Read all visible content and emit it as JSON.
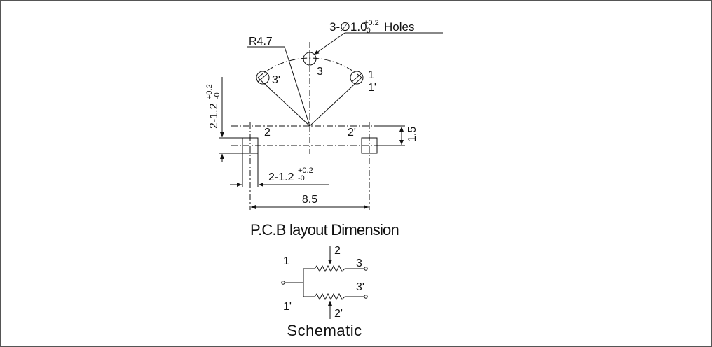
{
  "pcb": {
    "holes_prefix": "3-∅1.0",
    "holes_tol_plus": "+0.2",
    "holes_tol_minus": "-0",
    "holes_suffix": "Holes",
    "radius": "R4.7",
    "pin_3": "3",
    "pin_3p": "3'",
    "pin_1": "1",
    "pin_1p": "1'",
    "pin_2": "2",
    "pin_2p": "2'",
    "pad_height_prefix": "2-1.2",
    "pad_height_tol_plus": "+0.2",
    "pad_height_tol_minus": "-0",
    "pad_width_prefix": "2-1.2",
    "pad_width_tol_plus": "+0.2",
    "pad_width_tol_minus": "-0",
    "dim_vertical": "1.5",
    "dim_horizontal": "8.5",
    "title": "P.C.B layout Dimension"
  },
  "schematic": {
    "label_1": "1",
    "label_1p": "1'",
    "label_2": "2",
    "label_2p": "2'",
    "label_3": "3",
    "label_3p": "3'",
    "title": "Schematic"
  }
}
